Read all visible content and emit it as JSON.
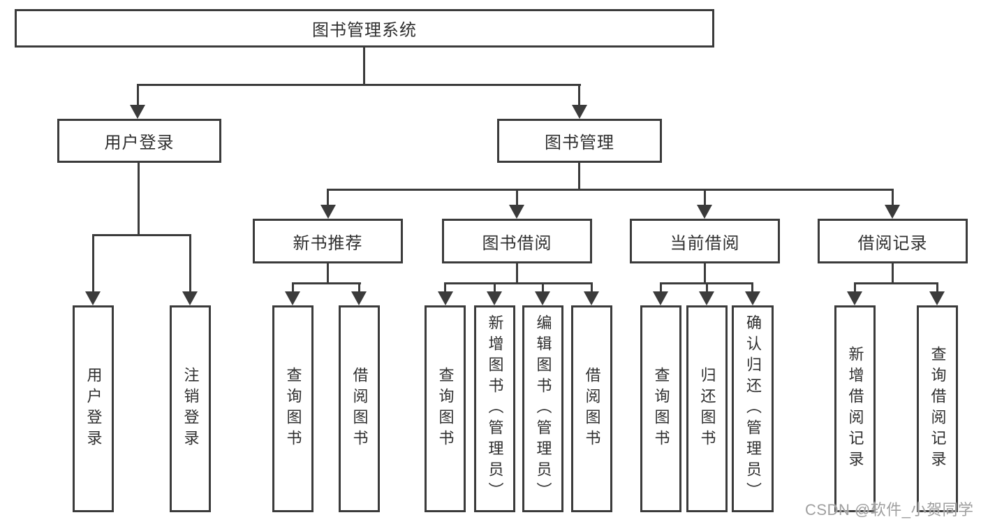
{
  "diagram_type": "hierarchy-tree",
  "colors": {
    "line": "#3b3b3b",
    "node_border": "#3b3b3b",
    "node_text": "#2f2f2f",
    "node_background": "#ffffff",
    "watermark_text_color": "#9f9f9f",
    "background": "#ffffff"
  },
  "tree": {
    "label": "图书管理系统",
    "children": [
      {
        "label": "用户登录",
        "children": [
          {
            "label": "用户登录"
          },
          {
            "label": "注销登录"
          }
        ]
      },
      {
        "label": "图书管理",
        "children": [
          {
            "label": "新书推荐",
            "children": [
              {
                "label": "查询图书"
              },
              {
                "label": "借阅图书"
              }
            ]
          },
          {
            "label": "图书借阅",
            "children": [
              {
                "label": "查询图书"
              },
              {
                "label": "新增图书（管理员）"
              },
              {
                "label": "编辑图书（管理员）"
              },
              {
                "label": "借阅图书"
              }
            ]
          },
          {
            "label": "当前借阅",
            "children": [
              {
                "label": "查询图书"
              },
              {
                "label": "归还图书"
              },
              {
                "label": "确认归还（管理员）"
              }
            ]
          },
          {
            "label": "借阅记录",
            "children": [
              {
                "label": "新增借阅记录"
              },
              {
                "label": "查询借阅记录"
              }
            ]
          }
        ]
      }
    ]
  },
  "watermark": {
    "text": "CSDN @软件_小贺同学"
  }
}
